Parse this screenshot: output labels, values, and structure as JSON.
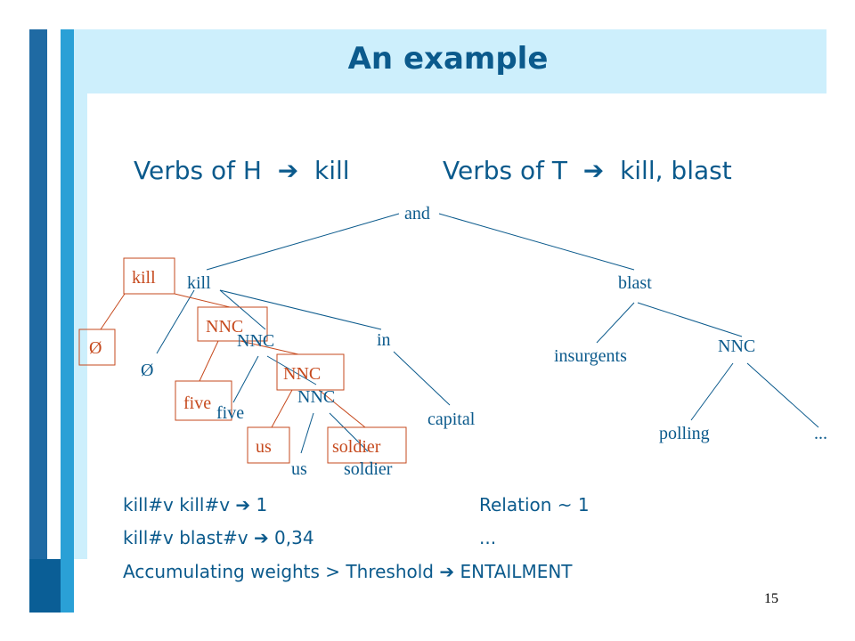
{
  "title": "An example",
  "verbs": {
    "h_prefix": "Verbs of H",
    "h_value": "kill",
    "t_prefix": "Verbs of T",
    "t_value": "kill, blast",
    "arrow_icon": "right-arrow"
  },
  "tree": {
    "and": "and",
    "kill": "kill",
    "blast": "blast",
    "empty1": "Ø",
    "nnc1": "NNC",
    "in": "in",
    "insurgents": "insurgents",
    "nnc_blast": "NNC",
    "five": "five",
    "nnc2": "NNC",
    "capital": "capital",
    "polling": "polling",
    "ellipsis": "...",
    "us": "us",
    "soldier": "soldier"
  },
  "boxed": {
    "kill": "kill",
    "empty": "Ø",
    "nnc1": "NNC",
    "nnc2": "NNC",
    "five": "five",
    "us": "us",
    "soldier": "soldier"
  },
  "colors": {
    "primary_blue": "#0b5a8c",
    "highlight": "#c64a1e"
  },
  "bottom": {
    "line1_left": "kill#v kill#v ",
    "line1_value": " 1",
    "line1_right": "Relation ~ 1",
    "line2_left": "kill#v blast#v ",
    "line2_value": " 0,34",
    "line2_right": "...",
    "line3_left": "Accumulating weights > Threshold ",
    "line3_value": " ENTAILMENT"
  },
  "page_number": "15"
}
